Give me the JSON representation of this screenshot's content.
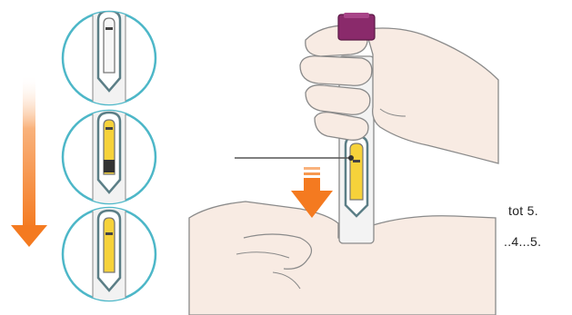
{
  "instruction_caption": {
    "line1": "tot 5.",
    "line2": "..4...5."
  },
  "icons": {
    "progress_arrow": "orange-gradient-down-arrow-icon",
    "press_arrow": "orange-striped-down-arrow-icon",
    "indicator_line": "pointer-line-icon"
  },
  "colors": {
    "arrow_orange": "#f47a20",
    "window_yellow": "#f6d23a",
    "circle_teal": "#4db7c8",
    "pen_button_purple": "#8a2a6b",
    "outline": "#6a6a6a"
  },
  "window_states": [
    {
      "name": "empty",
      "fill": "none"
    },
    {
      "name": "filled-with-plunger",
      "fill": "yellow"
    },
    {
      "name": "filled",
      "fill": "yellow"
    }
  ]
}
